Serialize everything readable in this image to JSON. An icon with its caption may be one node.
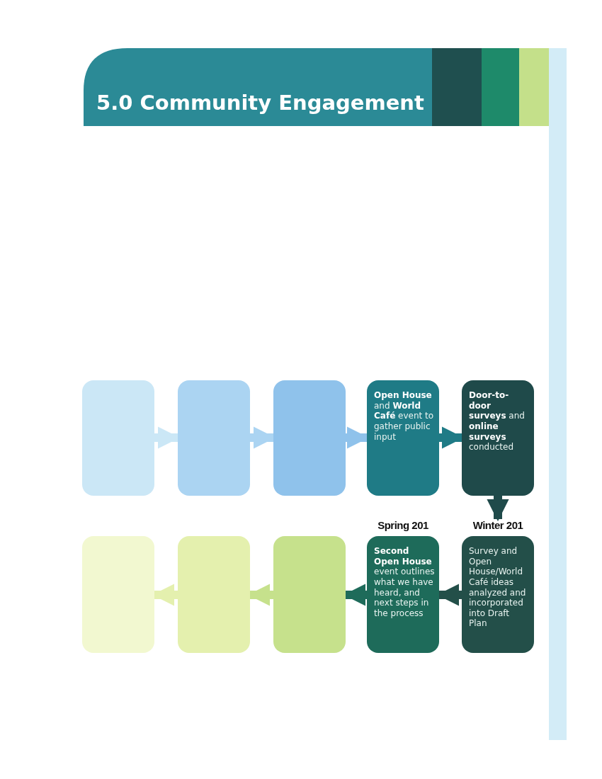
{
  "diagram": {
    "title": "5.0 Community Engagement",
    "nodes": [
      {
        "text": [],
        "shape": "box"
      },
      {
        "text": [],
        "shape": "box"
      },
      {
        "text": [],
        "shape": "box"
      },
      {
        "text": [
          "**Open House** and **World Café** event to gather public input"
        ]
      },
      {
        "text": [
          "**Door-to-door surveys** and **online surveys** conducted"
        ]
      },
      {
        "text": [],
        "shape": "box"
      },
      {
        "text": [],
        "shape": "box"
      },
      {
        "text": [],
        "shape": "box"
      },
      {
        "text": [
          "Spring 201",
          "**Second Open House** event outlines what we have heard, and next steps in the process"
        ]
      },
      {
        "text": [
          "Winter 201",
          "Survey and Open House/World Café ideas analyzed and incorporated into Draft Plan"
        ]
      }
    ],
    "edges": [
      {
        "from": 0,
        "to": 1,
        "arrow": "to",
        "color": "#cbe7f6"
      },
      {
        "from": 1,
        "to": 2,
        "arrow": "to",
        "color": "#abd4f2"
      },
      {
        "from": 2,
        "to": 3,
        "arrow": "to",
        "color": "#8fc2eb"
      },
      {
        "from": 3,
        "to": 4,
        "arrow": "to",
        "color": "#1f7b86"
      },
      {
        "from": 4,
        "to": 9,
        "arrow": "to",
        "color": "#1f4a4a"
      },
      {
        "from": 9,
        "to": 8,
        "arrow": "to",
        "color": "#234f49"
      },
      {
        "from": 8,
        "to": 7,
        "arrow": "to",
        "color": "#1e6b5a"
      },
      {
        "from": 7,
        "to": 6,
        "arrow": "to",
        "color": "#c6e18c"
      },
      {
        "from": 6,
        "to": 5,
        "arrow": "to",
        "color": "#e4f0ae"
      }
    ]
  }
}
